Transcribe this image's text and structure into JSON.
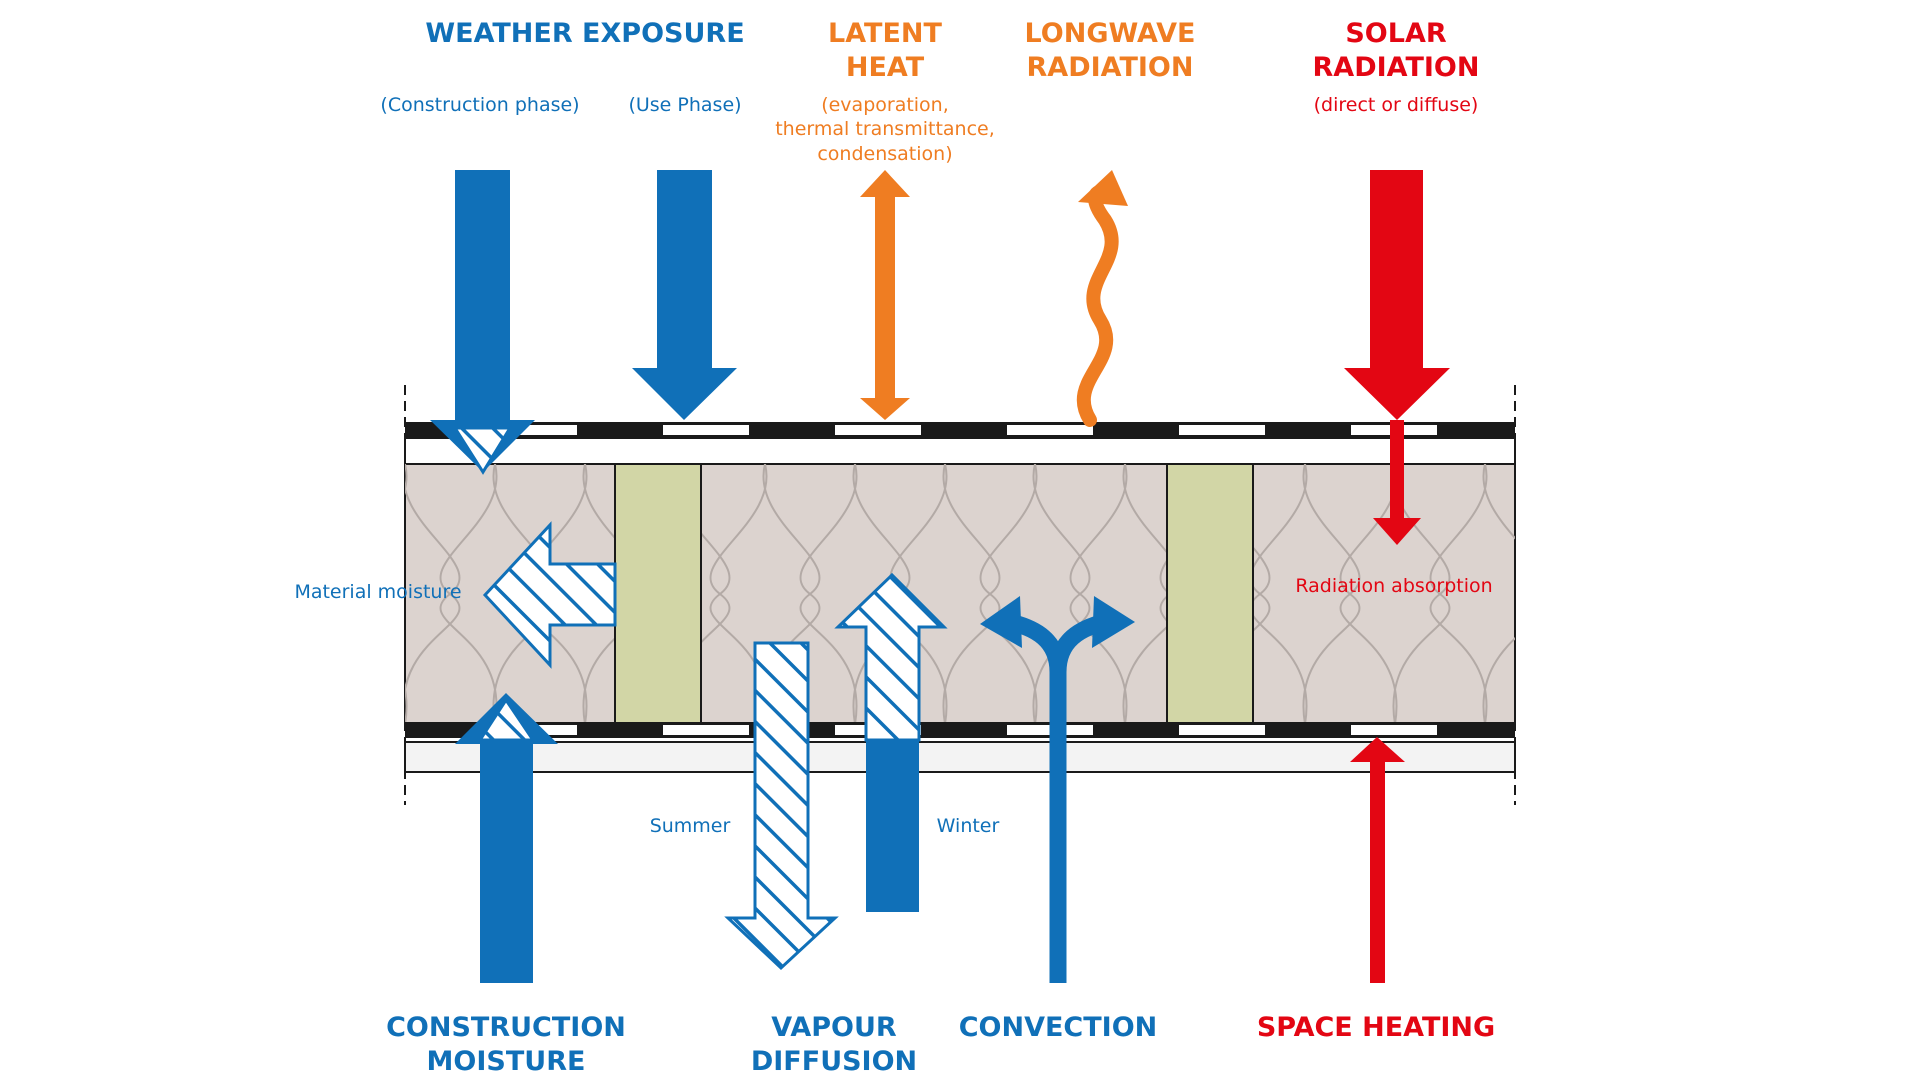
{
  "colors": {
    "blue": "#1070b8",
    "orange": "#ef7d22",
    "red": "#e30613",
    "insulation": "#dcd3cf",
    "stud": "#d2d6a6",
    "black": "#1a1a1a"
  },
  "labels": {
    "weather_exposure": "WEATHER EXPOSURE",
    "construction_phase": "(Construction phase)",
    "use_phase": "(Use Phase)",
    "latent_heat": [
      "LATENT",
      "HEAT"
    ],
    "latent_heat_note": [
      "(evaporation,",
      "thermal transmittance,",
      "condensation)"
    ],
    "longwave_radiation": [
      "LONGWAVE",
      "RADIATION"
    ],
    "solar_radiation": [
      "SOLAR",
      "RADIATION"
    ],
    "solar_note": "(direct or diffuse)",
    "material_moisture": "Material moisture",
    "radiation_absorption": "Radiation absorption",
    "summer": "Summer",
    "winter": "Winter",
    "construction_moisture": [
      "CONSTRUCTION",
      "MOISTURE"
    ],
    "vapour_diffusion": [
      "VAPOUR",
      "DIFFUSION"
    ],
    "convection": "CONVECTION",
    "space_heating": "SPACE HEATING"
  }
}
